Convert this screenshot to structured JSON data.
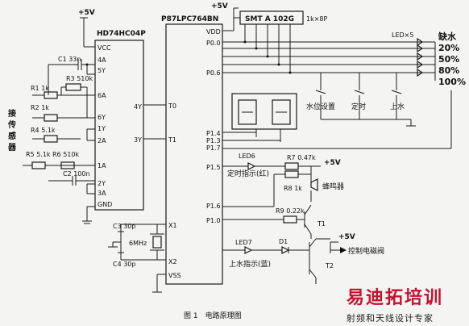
{
  "chips": {
    "hex_inverter": "HD74HC04P",
    "mcu": "P87LPC764BN",
    "resistor_array": "SMT A 102G",
    "resistor_array_note": "1k×8P"
  },
  "supply": "+5V",
  "inverter_pins": [
    "VCC",
    "4A",
    "5Y",
    "6A",
    "6Y",
    "1Y",
    "2A",
    "1A",
    "2Y",
    "3A",
    "GND"
  ],
  "inverter_out": [
    "4Y",
    "3Y"
  ],
  "mcu_pins": [
    "VDD",
    "P0.0",
    "P0.6",
    "P1.4",
    "P1.3",
    "P1.7",
    "P1.5",
    "P1.6",
    "P1.0",
    "T0",
    "T1",
    "X1",
    "X2",
    "VSS"
  ],
  "components": {
    "c1": "C1 33n",
    "r1": "R1 1k",
    "r3": "R3 510k",
    "r2": "R2 1k",
    "r4": "R4 5.1k",
    "r5": "R5 5.1k",
    "r6": "R6 510k",
    "c2": "C2 100n",
    "c3": "C3 30p",
    "c4": "C4 30p",
    "crystal": "6MHz",
    "r7": "R7 0.47k",
    "r8": "R8 1k",
    "r9": "R9 0.22k",
    "d1": "D1",
    "t1": "T1",
    "t2": "T2",
    "led6": "LED6",
    "led7": "LED7",
    "leds": "LED×5"
  },
  "sensor_label": [
    "接",
    "传",
    "感",
    "器"
  ],
  "level_labels": [
    "缺水",
    "20%",
    "50%",
    "80%",
    "100%"
  ],
  "buttons": [
    "水位设置",
    "定时",
    "上水"
  ],
  "indicators": {
    "timer": "定时指示(红)",
    "fill": "上水指示(蓝)",
    "buzzer": "蜂鸣器",
    "valve": "控制电磁阀"
  },
  "caption": "图 1　电路原理图",
  "watermark": {
    "brand": "易迪拓培训",
    "tagline": "射频和天线设计专家"
  }
}
